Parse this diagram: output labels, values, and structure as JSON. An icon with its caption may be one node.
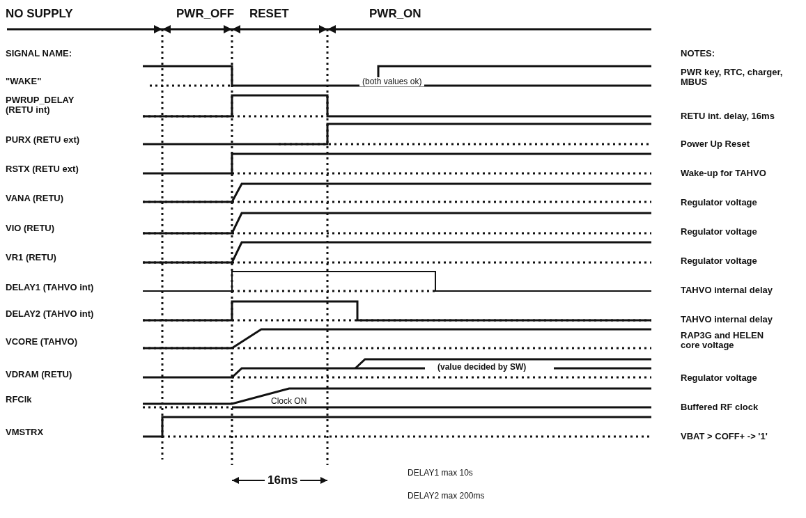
{
  "diagram": {
    "labels": [
      "NO SUPPLY",
      "PWR_OFF",
      "RESET",
      "PWR_ON",
      "SIGNAL NAME:",
      "NOTES:",
      "\"WAKE\"",
      "(both values ok)",
      "PWR key, RTC, charger, MBUS",
      "PWRUP_DELAY (RETU int)",
      "RETU int. delay, 16ms",
      "PURX (RETU ext)",
      "Power Up Reset",
      "RSTX (RETU ext)",
      "Wake-up for TAHVO",
      "VANA (RETU)",
      "Regulator voltage",
      "VIO (RETU)",
      "Regulator voltage",
      "VR1 (RETU)",
      "Regulator voltage",
      "DELAY1 (TAHVO int)",
      "TAHVO internal delay",
      "DELAY2 (TAHVO int)",
      "TAHVO internal delay",
      "VCORE (TAHVO)",
      "RAP3G and HELEN core voltage",
      "VDRAM (RETU)",
      "(value decided by SW)",
      "Regulator voltage",
      "RFClk",
      "Clock ON",
      "Buffered RF clock",
      "VMSTRX",
      "VBAT > COFF+ -> '1'",
      "16ms",
      "DELAY1 max 10s",
      "DELAY2 max 200ms"
    ]
  }
}
